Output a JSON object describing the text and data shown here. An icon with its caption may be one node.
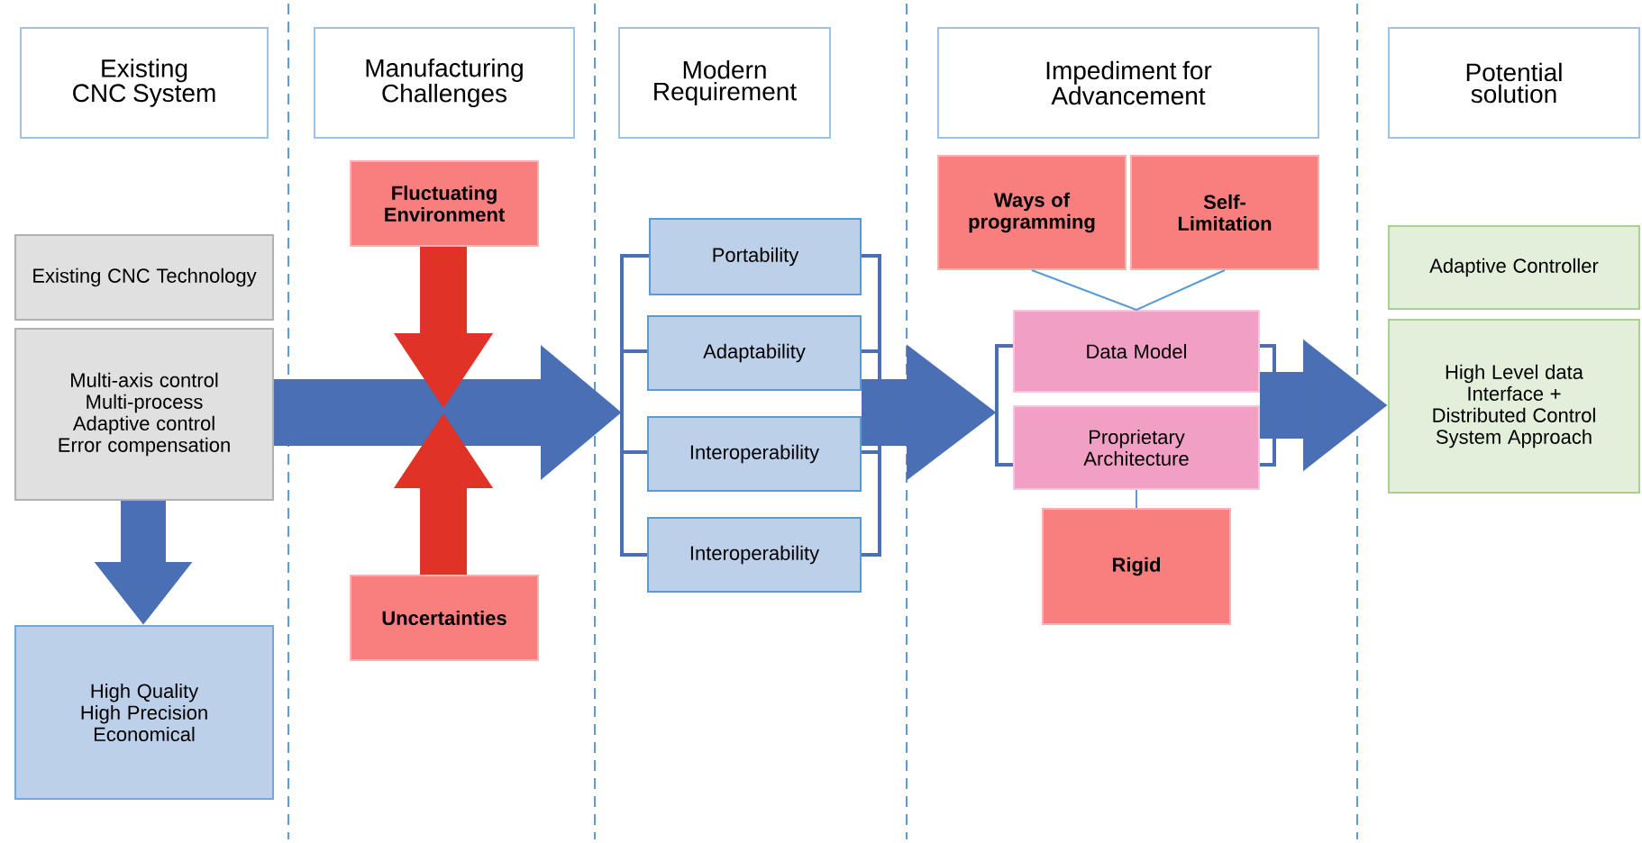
{
  "diagram": {
    "nodes": [
      {
        "text": [
          "Existing CNC System"
        ]
      },
      {
        "text": [
          "Manufacturing Challenges"
        ]
      },
      {
        "text": [
          "Modern Requirement"
        ]
      },
      {
        "text": [
          "Impediment for Advancement"
        ]
      },
      {
        "text": [
          "Potential solution"
        ]
      },
      {
        "text": [
          "Existing CNC Technology"
        ]
      },
      {
        "text": [
          "Multi-axis control Multi-process Adaptive control Error compensation"
        ]
      },
      {
        "text": [
          "High Quality High Precision Economical"
        ]
      },
      {
        "text": [
          "Fluctuating Environment"
        ]
      },
      {
        "text": [
          "Uncertainties"
        ]
      },
      {
        "text": [
          "Portability"
        ]
      },
      {
        "text": [
          "Adaptability"
        ]
      },
      {
        "text": [
          "Interoperability"
        ]
      },
      {
        "text": [
          "Interoperability"
        ]
      },
      {
        "text": [
          "Ways of programming"
        ]
      },
      {
        "text": [
          "Self-Limitation"
        ]
      },
      {
        "text": [
          "Data Model"
        ]
      },
      {
        "text": [
          "Proprietary Architecture"
        ]
      },
      {
        "text": [
          "Rigid"
        ]
      },
      {
        "text": [
          "Adaptive Controller"
        ]
      },
      {
        "text": [
          "High Level data Interface + Distributed Control System Approach"
        ]
      }
    ],
    "edges": [
      {
        "from": 6,
        "to": 11,
        "arrow": "to"
      },
      {
        "from": 12,
        "to": 17,
        "arrow": "to"
      },
      {
        "from": 16,
        "to": 20,
        "arrow": "to"
      },
      {
        "from": 6,
        "to": 7,
        "arrow": "to"
      },
      {
        "from": 8,
        "to": null,
        "arrow": "to",
        "color": "#e03226"
      },
      {
        "from": 9,
        "to": null,
        "arrow": "to",
        "color": "#e03226"
      },
      {
        "from": 14,
        "to": 16,
        "arrow": "none",
        "color": "#5b9bd5"
      },
      {
        "from": 15,
        "to": 16,
        "arrow": "none",
        "color": "#5b9bd5"
      },
      {
        "from": 17,
        "to": 18,
        "arrow": "none",
        "color": "#5b9bd5"
      }
    ]
  }
}
